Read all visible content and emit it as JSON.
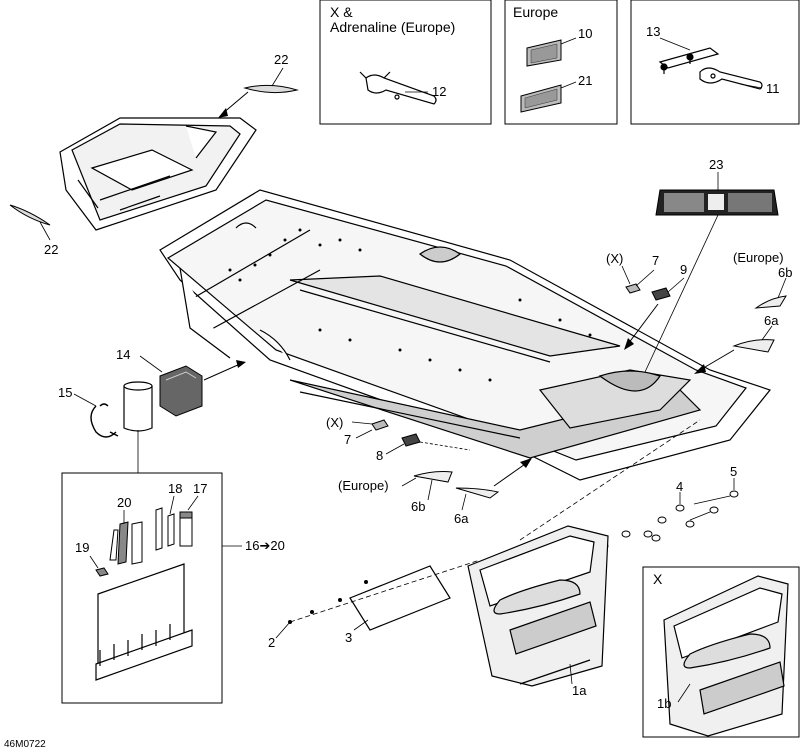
{
  "inset_boxes": {
    "x_adrenaline": {
      "title_line1": "X &",
      "title_line2": "Adrenaline (Europe)"
    },
    "europe": {
      "title": "Europe"
    },
    "right_top": {},
    "x_bottom": {
      "title": "X"
    },
    "tools": {}
  },
  "callouts": {
    "c22a": "22",
    "c22b": "22",
    "c10": "10",
    "c21": "21",
    "c12": "12",
    "c13": "13",
    "c11": "11",
    "c23": "23",
    "cX_upper": "(X)",
    "c7_upper": "7",
    "c9": "9",
    "cEurope_right": "(Europe)",
    "c6b_right": "6b",
    "c6a_right": "6a",
    "c14": "14",
    "c15": "15",
    "cX_lower": "(X)",
    "c7_lower": "7",
    "c8": "8",
    "cEurope_lower": "(Europe)",
    "c6b_lower": "6b",
    "c6a_lower": "6a",
    "c20": "20",
    "c18": "18",
    "c17": "17",
    "c19": "19",
    "c16_20": "16➔20",
    "c5": "5",
    "c4": "4",
    "c2": "2",
    "c3": "3",
    "c1a": "1a",
    "c1b": "1b"
  },
  "footer": {
    "code": "46M0722"
  }
}
